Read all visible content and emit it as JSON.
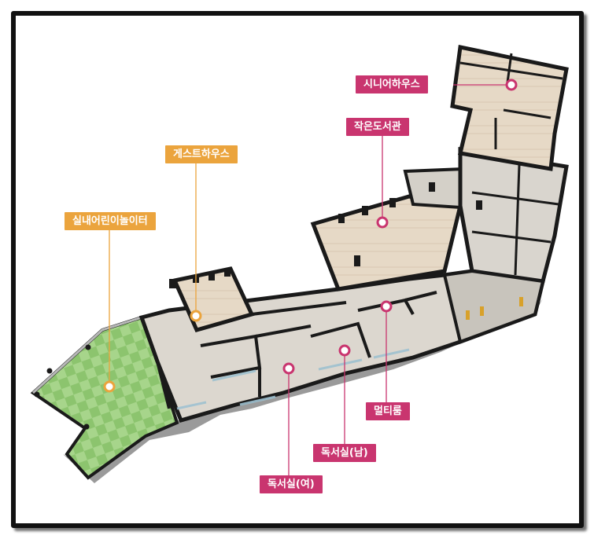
{
  "colors": {
    "orange": "#eba43d",
    "pink": "#c9356f",
    "wall": "#1a1a1a",
    "floor": "#ddd9d2",
    "lawn_light": "#a7d58b",
    "lawn_dark": "#8cc46e"
  },
  "labels": {
    "senior_house": "시니어하우스",
    "small_library": "작은도서관",
    "guest_house": "게스트하우스",
    "indoor_playground": "실내어린이놀이터",
    "multi_room": "멀티룸",
    "reading_room_male": "독서실(남)",
    "reading_room_female": "독서실(여)"
  }
}
